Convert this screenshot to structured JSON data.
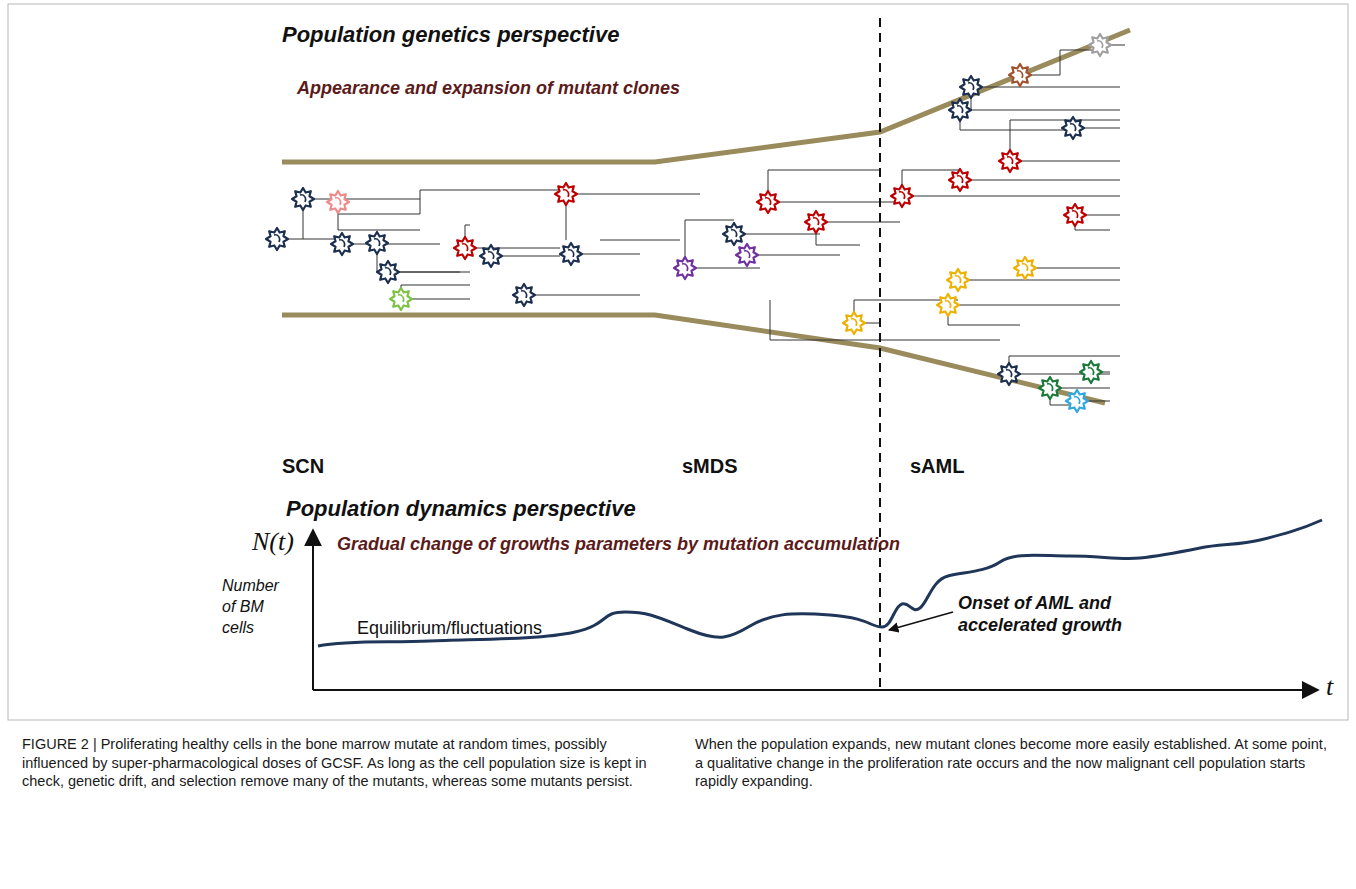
{
  "diagram": {
    "caption": "FIGURE 2 | Proliferating healthy cells in the bone marrow mutate at random times, possibly influenced by super-pharmacological doses of GCSF. As long as the cell population size is kept in check, genetic drift, and selection remove many of the mutants, whereas some mutants persist. When the population expands, new mutant clones become more easily established. At some point, a qualitative change in the proliferation rate occurs and the now malignant cell population starts rapidly expanding.",
    "labels": [
      "Population genetics perspective",
      "Appearance and expansion of mutant clones",
      "SCN",
      "sMDS",
      "sAML",
      "Population dynamics perspective",
      "N(t)",
      "Gradual change of growths parameters by mutation accumulation",
      "Number of BM cells",
      "Equilibrium/fluctuations",
      "Onset of AML and accelerated growth",
      "t"
    ]
  }
}
